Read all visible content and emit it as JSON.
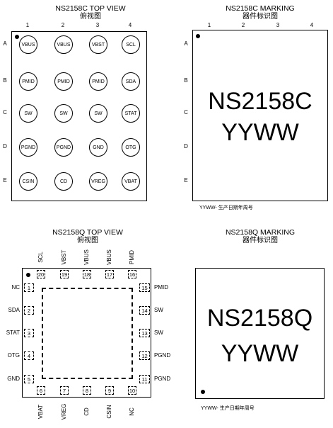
{
  "bga_top": {
    "title": "NS2158C TOP VIEW",
    "subtitle": "俯视图",
    "columns": [
      "1",
      "2",
      "3",
      "4"
    ],
    "rows": [
      "A",
      "B",
      "C",
      "D",
      "E"
    ],
    "balls": [
      [
        "VBUS",
        "VBUS",
        "VBST",
        "SCL"
      ],
      [
        "PMID",
        "PMID",
        "PMID",
        "SDA"
      ],
      [
        "SW",
        "SW",
        "SW",
        "STAT"
      ],
      [
        "PGND",
        "PGND",
        "GND",
        "OTG"
      ],
      [
        "CSIN",
        "CD",
        "VREG",
        "VBAT"
      ]
    ]
  },
  "bga_marking": {
    "title": "NS2158C  MARKING",
    "subtitle": "器件标识图",
    "columns": [
      "1",
      "2",
      "3",
      "4"
    ],
    "rows": [
      "A",
      "B",
      "C",
      "D",
      "E"
    ],
    "line1": "NS2158C",
    "line2": "YYWW",
    "note": "YYWW- 生产日期年周号"
  },
  "qfn_top": {
    "title": "NS2158Q TOP VIEW",
    "subtitle": "俯视图",
    "top_pins": [
      {
        "num": "20",
        "name": "SCL"
      },
      {
        "num": "19",
        "name": "VBST"
      },
      {
        "num": "18",
        "name": "VBUS"
      },
      {
        "num": "17",
        "name": "VBUS"
      },
      {
        "num": "16",
        "name": "PMID"
      }
    ],
    "left_pins": [
      {
        "num": "1",
        "name": "NC"
      },
      {
        "num": "2",
        "name": "SDA"
      },
      {
        "num": "3",
        "name": "STAT"
      },
      {
        "num": "4",
        "name": "OTG"
      },
      {
        "num": "5",
        "name": "GND"
      }
    ],
    "right_pins": [
      {
        "num": "15",
        "name": "PMID"
      },
      {
        "num": "14",
        "name": "SW"
      },
      {
        "num": "13",
        "name": "SW"
      },
      {
        "num": "12",
        "name": "PGND"
      },
      {
        "num": "11",
        "name": "PGND"
      }
    ],
    "bottom_pins": [
      {
        "num": "6",
        "name": "VBAT"
      },
      {
        "num": "7",
        "name": "VREG"
      },
      {
        "num": "8",
        "name": "CD"
      },
      {
        "num": "9",
        "name": "CSIN"
      },
      {
        "num": "10",
        "name": "NC"
      }
    ]
  },
  "qfn_marking": {
    "title": "NS2158Q MARKING",
    "subtitle": "器件标识图",
    "line1": "NS2158Q",
    "line2": "YYWW",
    "note": "YYWW- 生产日期年周号"
  }
}
